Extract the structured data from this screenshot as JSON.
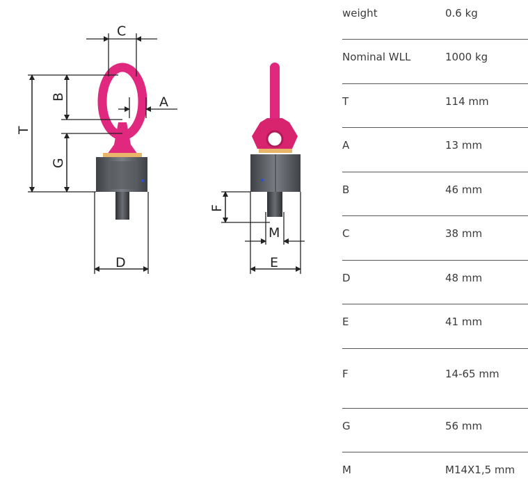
{
  "specs": [
    {
      "label": "weight",
      "value": "0.6 kg"
    },
    {
      "label": "Nominal WLL",
      "value": "1000 kg"
    },
    {
      "label": "T",
      "value": "114 mm"
    },
    {
      "label": "A",
      "value": "13 mm"
    },
    {
      "label": "B",
      "value": "46 mm"
    },
    {
      "label": "C",
      "value": "38 mm"
    },
    {
      "label": "D",
      "value": "48 mm"
    },
    {
      "label": "E",
      "value": "41 mm"
    },
    {
      "label": "F",
      "value": "14-65 mm"
    },
    {
      "label": "G",
      "value": "56 mm"
    },
    {
      "label": "M",
      "value": "M14X1,5 mm"
    }
  ],
  "diagram": {
    "dimension_letters": {
      "A": "A",
      "B": "B",
      "C": "C",
      "D": "D",
      "E": "E",
      "F": "F",
      "G": "G",
      "M": "M",
      "T": "T"
    },
    "colors": {
      "ring": "#e0287f",
      "body": "#4a4d52",
      "thread": "#3a3d42",
      "line": "#222222",
      "collar": "#e8b66a"
    }
  }
}
